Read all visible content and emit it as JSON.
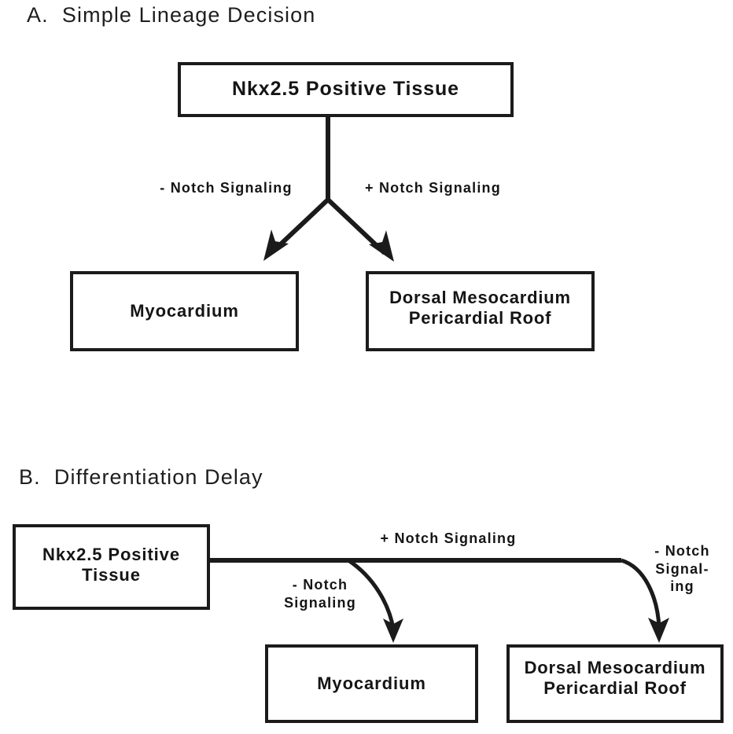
{
  "figure": {
    "background": "#ffffff",
    "stroke_color": "#1b1b1b",
    "text_color": "#151515"
  },
  "panels": [
    {
      "id": "A",
      "title": "A.  Simple Lineage Decision",
      "nodes": [
        {
          "id": "a-source",
          "label": "Nkx2.5 Positive Tissue"
        },
        {
          "id": "a-myocardium",
          "label": "Myocardium"
        },
        {
          "id": "a-dorsal",
          "label": "Dorsal Mesocardium\nPericardial Roof"
        }
      ],
      "edge_labels": [
        {
          "id": "a-minus-notch",
          "text": "- Notch Signaling"
        },
        {
          "id": "a-plus-notch",
          "text": "+ Notch Signaling"
        }
      ]
    },
    {
      "id": "B",
      "title": "B.  Differentiation Delay",
      "nodes": [
        {
          "id": "b-source",
          "label": "Nkx2.5 Positive\nTissue"
        },
        {
          "id": "b-myocardium",
          "label": "Myocardium"
        },
        {
          "id": "b-dorsal",
          "label": "Dorsal Mesocardium\nPericardial Roof"
        }
      ],
      "edge_labels": [
        {
          "id": "b-plus-notch",
          "text": "+ Notch Signaling"
        },
        {
          "id": "b-minus-notch-left",
          "text": "- Notch\nSignaling"
        },
        {
          "id": "b-minus-notch-right",
          "text": "- Notch\nSignal-\ning"
        }
      ]
    }
  ]
}
